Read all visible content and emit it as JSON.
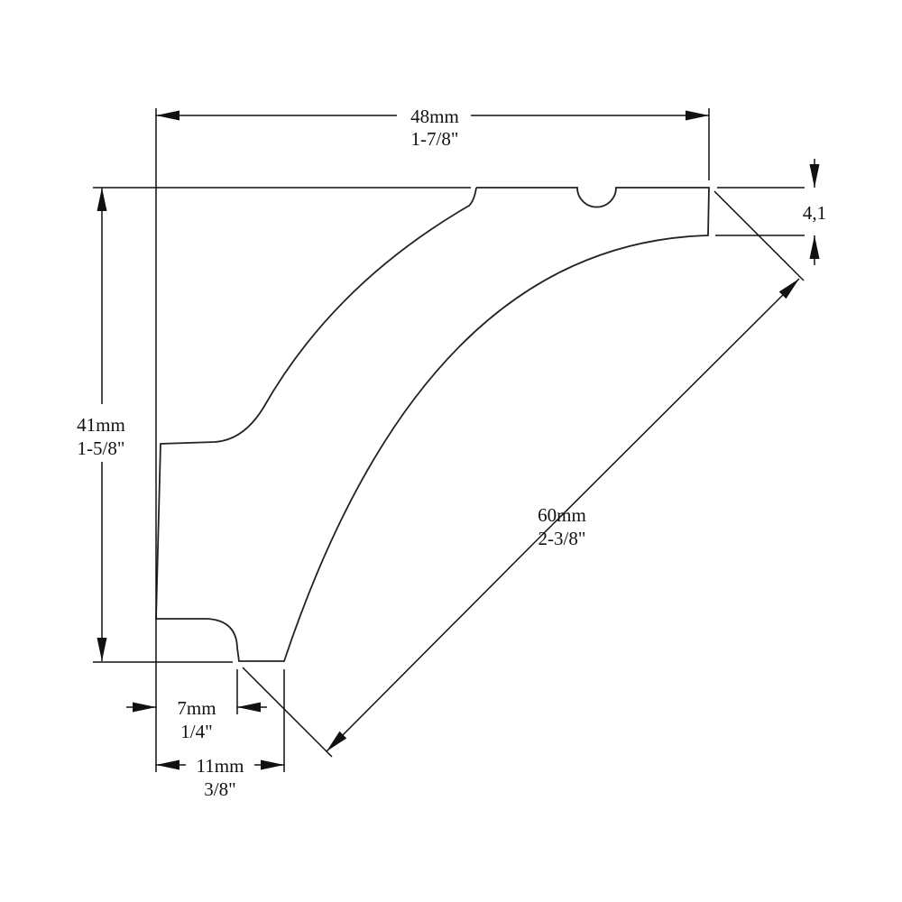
{
  "title": "Crown moulding profile dimensions",
  "dimensions": {
    "width": {
      "metric": "48mm",
      "imperial": "1-7/8\""
    },
    "height": {
      "metric": "41mm",
      "imperial": "1-5/8\""
    },
    "top_thickness": {
      "metric": "4,1"
    },
    "diagonal": {
      "metric": "60mm",
      "imperial": "2-3/8\""
    },
    "bottom_inner": {
      "metric": "7mm",
      "imperial": "1/4\""
    },
    "bottom_outer": {
      "metric": "11mm",
      "imperial": "3/8\""
    }
  },
  "colors": {
    "line": "#111111",
    "background": "#ffffff"
  }
}
